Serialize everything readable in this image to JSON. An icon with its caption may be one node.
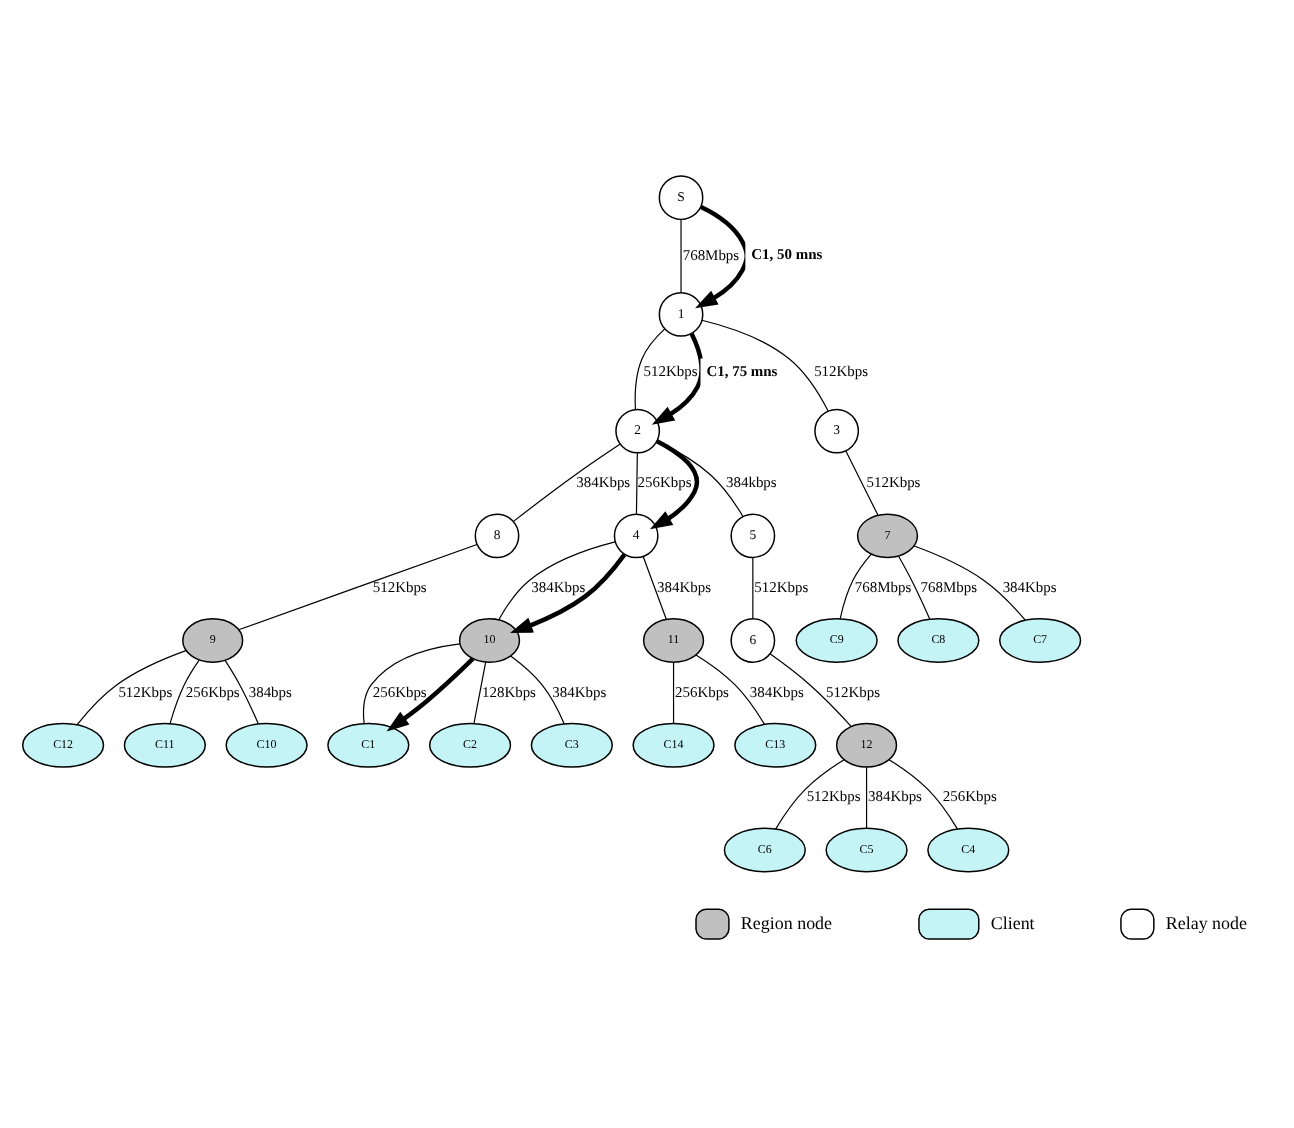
{
  "diagram": {
    "nodes": [
      {
        "text": [
          "S"
        ]
      },
      {
        "text": [
          "1"
        ]
      },
      {
        "text": [
          "2"
        ]
      },
      {
        "text": [
          "3"
        ]
      },
      {
        "text": [
          "8"
        ]
      },
      {
        "text": [
          "4"
        ]
      },
      {
        "text": [
          "5"
        ]
      },
      {
        "text": [
          "7"
        ]
      },
      {
        "text": [
          "9"
        ]
      },
      {
        "text": [
          "6"
        ]
      },
      {
        "text": [
          "C9"
        ]
      },
      {
        "text": [
          "C8"
        ]
      },
      {
        "text": [
          "C7"
        ]
      },
      {
        "text": [
          "C12"
        ]
      },
      {
        "text": [
          "C11"
        ]
      },
      {
        "text": [
          "C10"
        ]
      },
      {
        "text": [
          "10"
        ]
      },
      {
        "text": [
          "11"
        ]
      },
      {
        "text": [
          "12"
        ]
      },
      {
        "text": [
          "C1"
        ]
      },
      {
        "text": [
          "C2"
        ]
      },
      {
        "text": [
          "C3"
        ]
      },
      {
        "text": [
          "C14"
        ]
      },
      {
        "text": [
          "C13"
        ]
      },
      {
        "text": [
          "C6"
        ]
      },
      {
        "text": [
          "C5"
        ]
      },
      {
        "text": [
          "C4"
        ]
      }
    ],
    "edges": [
      {
        "from": 0,
        "to": 1,
        "arrow": "none",
        "label": "768Mbps"
      },
      {
        "from": 0,
        "to": 1,
        "arrow": "to",
        "label": "C1, 50 mns",
        "style": "thick"
      },
      {
        "from": 1,
        "to": 2,
        "arrow": "none",
        "label": "512Kbps"
      },
      {
        "from": 1,
        "to": 2,
        "arrow": "to",
        "label": "C1, 75 mns",
        "style": "thick"
      },
      {
        "from": 1,
        "to": 3,
        "arrow": "none",
        "label": "512Kbps"
      },
      {
        "from": 2,
        "to": 4,
        "arrow": "none",
        "label": "384Kbps"
      },
      {
        "from": 2,
        "to": 5,
        "arrow": "none",
        "label": "256Kbps"
      },
      {
        "from": 2,
        "to": 5,
        "arrow": "to",
        "style": "thick"
      },
      {
        "from": 2,
        "to": 6,
        "arrow": "none",
        "label": "384kbps"
      },
      {
        "from": 3,
        "to": 7,
        "arrow": "none",
        "label": "512Kbps"
      },
      {
        "from": 4,
        "to": 8,
        "arrow": "none",
        "label": "512Kbps"
      },
      {
        "from": 5,
        "to": 16,
        "arrow": "none",
        "label": "384Kbps"
      },
      {
        "from": 5,
        "to": 16,
        "arrow": "to",
        "style": "thick"
      },
      {
        "from": 5,
        "to": 17,
        "arrow": "none",
        "label": "384Kbps"
      },
      {
        "from": 6,
        "to": 9,
        "arrow": "none",
        "label": "512Kbps"
      },
      {
        "from": 7,
        "to": 10,
        "arrow": "none",
        "label": "768Mbps"
      },
      {
        "from": 7,
        "to": 11,
        "arrow": "none",
        "label": "768Mbps"
      },
      {
        "from": 7,
        "to": 12,
        "arrow": "none",
        "label": "384Kbps"
      },
      {
        "from": 8,
        "to": 13,
        "arrow": "none",
        "label": "512Kbps"
      },
      {
        "from": 8,
        "to": 14,
        "arrow": "none",
        "label": "256Kbps"
      },
      {
        "from": 8,
        "to": 15,
        "arrow": "none",
        "label": "384bps"
      },
      {
        "from": 9,
        "to": 18,
        "arrow": "none",
        "label": "512Kbps"
      },
      {
        "from": 16,
        "to": 19,
        "arrow": "none",
        "label": "256Kbps"
      },
      {
        "from": 16,
        "to": 19,
        "arrow": "to",
        "style": "thick"
      },
      {
        "from": 16,
        "to": 20,
        "arrow": "none",
        "label": "128Kbps"
      },
      {
        "from": 16,
        "to": 21,
        "arrow": "none",
        "label": "384Kbps"
      },
      {
        "from": 17,
        "to": 22,
        "arrow": "none",
        "label": "256Kbps"
      },
      {
        "from": 17,
        "to": 23,
        "arrow": "none",
        "label": "384Kbps"
      },
      {
        "from": 18,
        "to": 24,
        "arrow": "none",
        "label": "512Kbps"
      },
      {
        "from": 18,
        "to": 25,
        "arrow": "none",
        "label": "384Kbps"
      },
      {
        "from": 18,
        "to": 26,
        "arrow": "none",
        "label": "256Kbps"
      }
    ],
    "legend": [
      {
        "text": "Region node"
      },
      {
        "text": "Client"
      },
      {
        "text": "Relay node"
      }
    ]
  }
}
